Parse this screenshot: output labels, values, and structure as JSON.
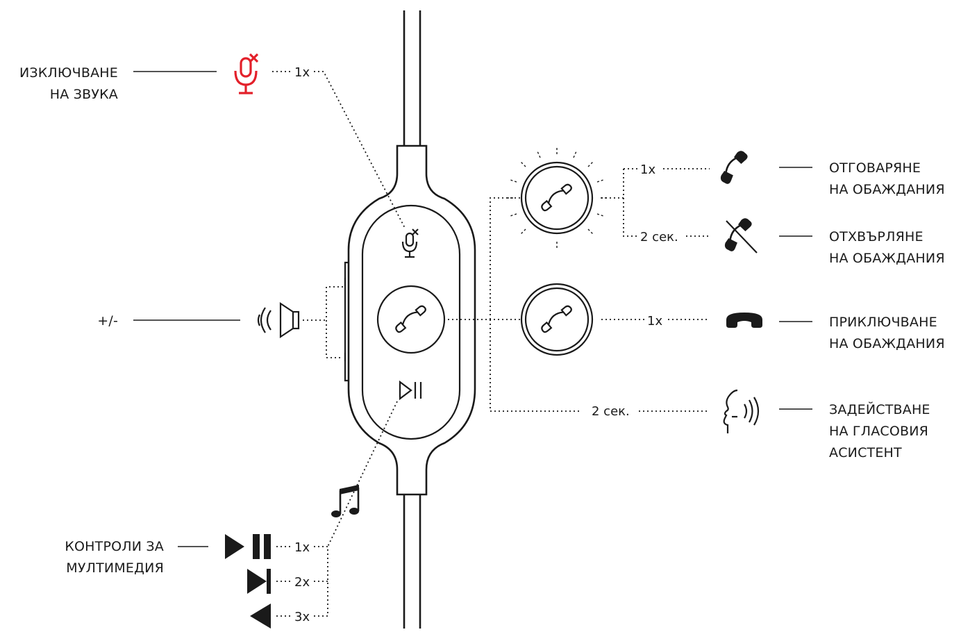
{
  "labels": {
    "mute_line1": "ИЗКЛЮЧВАНЕ",
    "mute_line2": "НА ЗВУКА",
    "volume": "+/-",
    "answer_line1": "ОТГОВАРЯНЕ",
    "answer_line2": "НА ОБАЖДАНИЯ",
    "reject_line1": "ОТХВЪРЛЯНЕ",
    "reject_line2": "НА ОБАЖДАНИЯ",
    "end_line1": "ПРИКЛЮЧВАНЕ",
    "end_line2": "НА ОБАЖДАНИЯ",
    "voice_line1": "ЗАДЕЙСТВАНЕ",
    "voice_line2": "НА ГЛАСОВИЯ",
    "voice_line3": "АСИСТЕНТ",
    "media_line1": "КОНТРОЛИ ЗА",
    "media_line2": "МУЛТИМЕДИЯ"
  },
  "counts": {
    "mute": "1x",
    "answer": "1x",
    "reject": "2 сек.",
    "end": "1x",
    "voice": "2 сек.",
    "media_play": "1x",
    "media_next": "2x",
    "media_prev": "3x"
  },
  "colors": {
    "accent_red": "#e3202a",
    "ink": "#1a1a1a"
  },
  "icons": [
    "mic-mute-icon",
    "speaker-volume-icon",
    "phone-handset-icon",
    "play-pause-icon",
    "music-note-icon",
    "next-track-icon",
    "previous-track-icon",
    "reject-call-icon",
    "end-call-icon",
    "voice-assistant-icon"
  ]
}
